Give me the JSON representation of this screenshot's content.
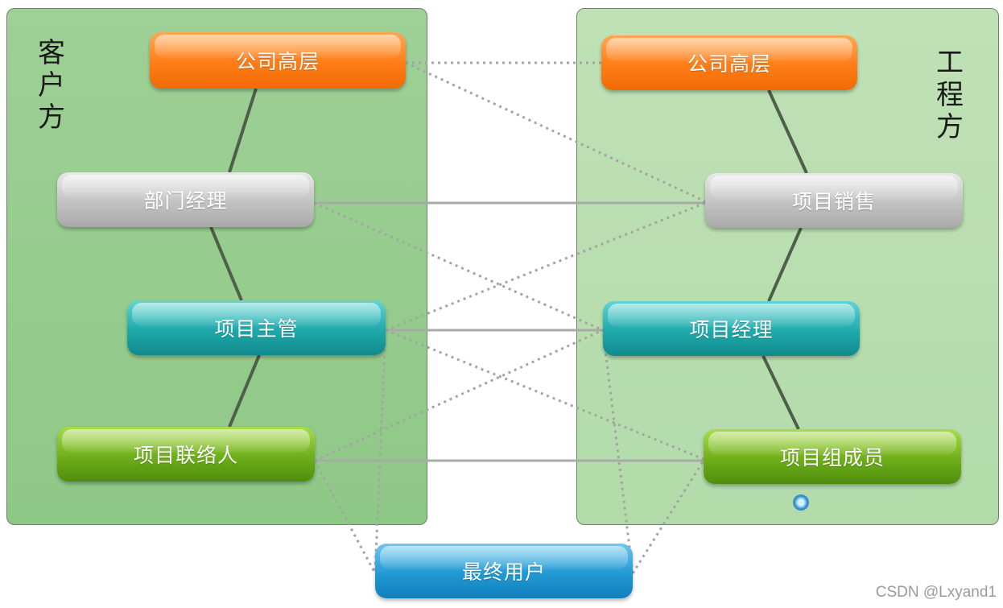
{
  "groups": {
    "left_label": "客户方",
    "right_label": "工程方"
  },
  "nodes": {
    "left_exec": "公司高层",
    "left_dept_manager": "部门经理",
    "left_project_supervisor": "项目主管",
    "left_project_liaison": "项目联络人",
    "right_exec": "公司高层",
    "right_project_sales": "项目销售",
    "right_project_manager": "项目经理",
    "right_team_member": "项目组成员",
    "end_user": "最终用户"
  },
  "colors": {
    "exec": "#ff7d17",
    "manager_level": "#bdbdbd",
    "supervisor_level": "#1fa9ab",
    "contact_level": "#6fae1b",
    "end_user": "#2299d3",
    "left_panel": "#96cd8e",
    "right_panel": "#b8ddb0"
  },
  "watermark": "CSDN @Lxyand1"
}
